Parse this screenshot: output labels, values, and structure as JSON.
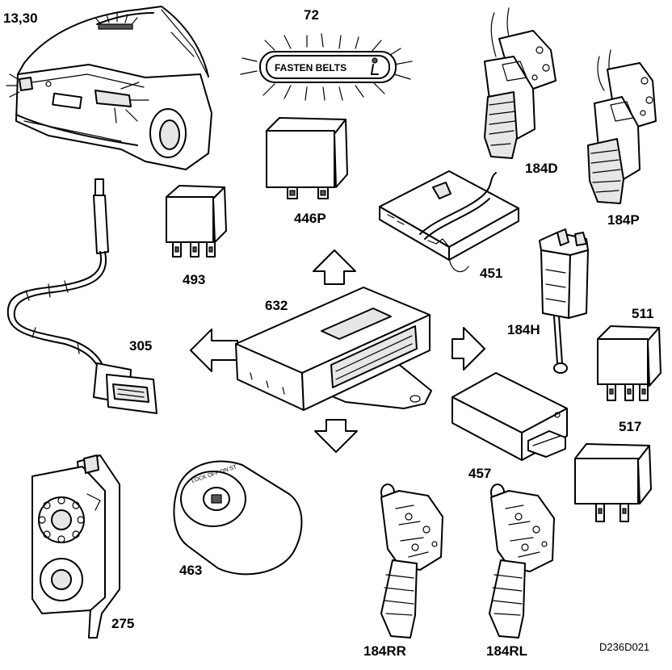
{
  "diagram": {
    "drawing_code": "D236D021",
    "lamp_text": "FASTEN BELTS",
    "ignition_text": "LOCK OFF ON ST",
    "components": [
      {
        "id": "car",
        "label": "13,30",
        "icon": "car-rear-lights-icon"
      },
      {
        "id": "lamp",
        "label": "72",
        "icon": "warning-lamp-icon"
      },
      {
        "id": "buckle-d",
        "label": "184D",
        "icon": "seatbelt-buckle-icon"
      },
      {
        "id": "buckle-p",
        "label": "184P",
        "icon": "seatbelt-buckle-icon"
      },
      {
        "id": "relay-446p",
        "label": "446P",
        "icon": "relay-icon"
      },
      {
        "id": "module-451",
        "label": "451",
        "icon": "control-module-icon"
      },
      {
        "id": "relay-493",
        "label": "493",
        "icon": "relay-icon"
      },
      {
        "id": "cable-305",
        "label": "305",
        "icon": "cable-connector-icon"
      },
      {
        "id": "ecu-632",
        "label": "632",
        "icon": "control-unit-icon"
      },
      {
        "id": "switch-184h",
        "label": "184H",
        "icon": "buckle-switch-icon"
      },
      {
        "id": "relay-511",
        "label": "511",
        "icon": "relay-icon"
      },
      {
        "id": "module-457",
        "label": "457",
        "icon": "control-module-icon"
      },
      {
        "id": "relay-517",
        "label": "517",
        "icon": "relay-icon"
      },
      {
        "id": "speaker-275",
        "label": "275",
        "icon": "speaker-icon"
      },
      {
        "id": "ignition-463",
        "label": "463",
        "icon": "ignition-switch-icon"
      },
      {
        "id": "lock-184rr",
        "label": "184RR",
        "icon": "door-lock-icon"
      },
      {
        "id": "lock-184rl",
        "label": "184RL",
        "icon": "door-lock-icon"
      }
    ]
  }
}
